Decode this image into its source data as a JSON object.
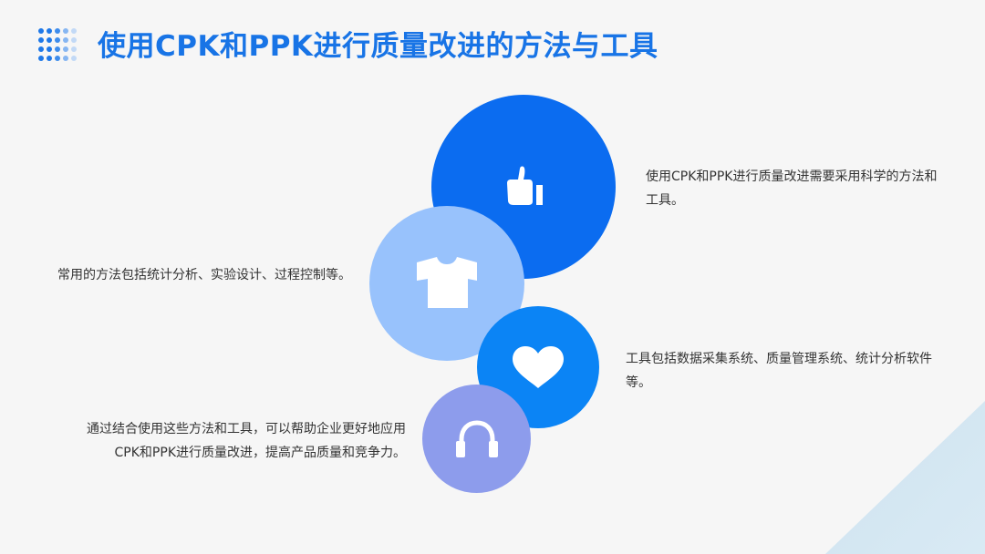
{
  "header": {
    "title": "使用CPK和PPK进行质量改进的方法与工具",
    "logo_icon": "dot-grid-icon",
    "title_color": "#1874e6"
  },
  "items": [
    {
      "icon": "thumbs-up-icon",
      "circle_color": "#0b6cf0",
      "text": "使用CPK和PPK进行质量改进需要采用科学的方法和工具。"
    },
    {
      "icon": "tshirt-icon",
      "circle_color": "#98c2fc",
      "text": "常用的方法包括统计分析、实验设计、过程控制等。"
    },
    {
      "icon": "heart-icon",
      "circle_color": "#0b84f5",
      "text": "工具包括数据采集系统、质量管理系统、统计分析软件等。"
    },
    {
      "icon": "headphones-icon",
      "circle_color": "#8d9cec",
      "text": "通过结合使用这些方法和工具，可以帮助企业更好地应用CPK和PPK进行质量改进，提高产品质量和竞争力。"
    }
  ],
  "colors": {
    "background": "#f6f6f6",
    "text": "#333333",
    "corner_accent": "#b5d2ea"
  }
}
